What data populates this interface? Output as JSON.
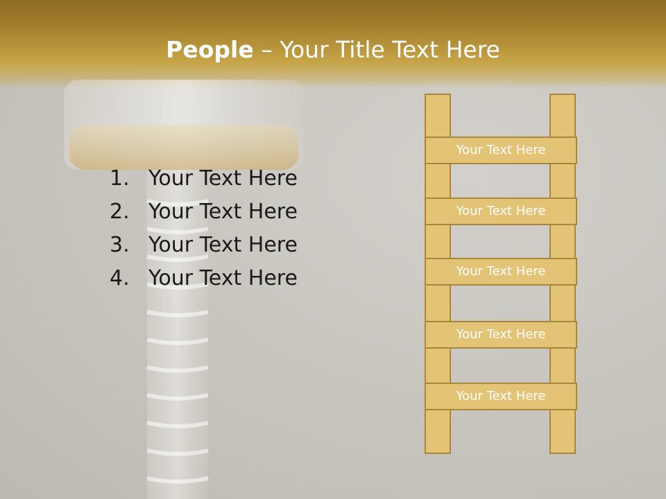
{
  "title": {
    "bold": "People",
    "rest": " – Your Title Text Here"
  },
  "list": [
    {
      "num": "1.",
      "text": "Your Text Here"
    },
    {
      "num": "2.",
      "text": "Your Text Here"
    },
    {
      "num": "3.",
      "text": "Your Text Here"
    },
    {
      "num": "4.",
      "text": "Your Text Here"
    }
  ],
  "ladder": {
    "rungs": [
      "Your Text Here",
      "Your Text Here",
      "Your Text Here",
      "Your Text Here",
      "Your Text Here"
    ]
  },
  "colors": {
    "header": "#a88430",
    "ladder_fill": "#e3c376",
    "ladder_border": "#a9863a"
  }
}
